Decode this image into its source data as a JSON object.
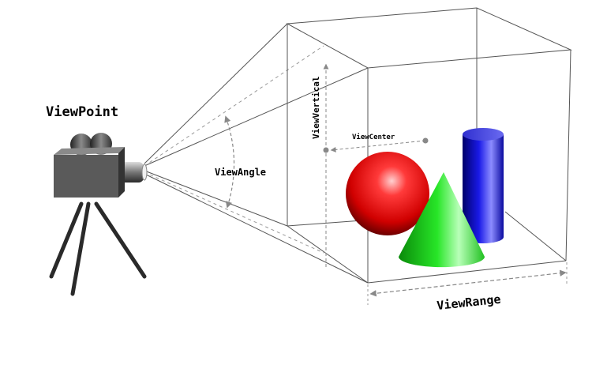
{
  "labels": {
    "viewpoint": "ViewPoint",
    "view_angle": "ViewAngle",
    "view_vertical": "ViewVertical",
    "view_center": "ViewCenter",
    "view_range": "ViewRange"
  },
  "colors": {
    "sphere": "#e8121a",
    "cone": "#1fd01f",
    "cylinder": "#1a1ae0",
    "camera_body": "#5a5a5a",
    "lines": "#444444",
    "dashed": "#888888"
  },
  "icons": {
    "camera": "movie-camera-icon"
  }
}
